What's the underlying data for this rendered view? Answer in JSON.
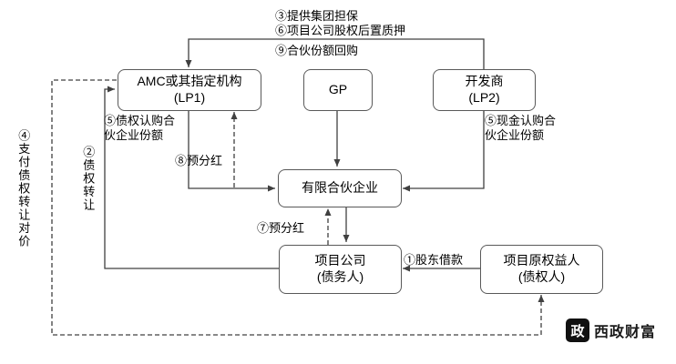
{
  "boxes": {
    "amc": "AMC或其指定机构\n(LP1)",
    "gp": "GP",
    "developer": "开发商\n(LP2)",
    "partnership": "有限合伙企业",
    "project_company": "项目公司\n(债务人)",
    "original_holder": "项目原权益人\n(债权人)"
  },
  "labels": {
    "group_guarantee": "③提供集团担保",
    "equity_pledge": "⑥项目公司股权后置质押",
    "share_repurchase": "⑨合伙份额回购",
    "lp1_subscription": "⑤债权认购合\n伙企业份额",
    "lp2_subscription": "⑤现金认购合\n伙企业份额",
    "pre_dividend_8": "⑧预分红",
    "pre_dividend_7": "⑦预分红",
    "debt_transfer": "②债权转让",
    "transfer_payment": "④支付债权转让对价",
    "shareholder_loan": "①股东借款"
  },
  "watermark": {
    "logo_char": "政",
    "text": "西政财富"
  },
  "colors": {
    "line": "#404040",
    "box_border": "#595959",
    "text": "#000000"
  }
}
